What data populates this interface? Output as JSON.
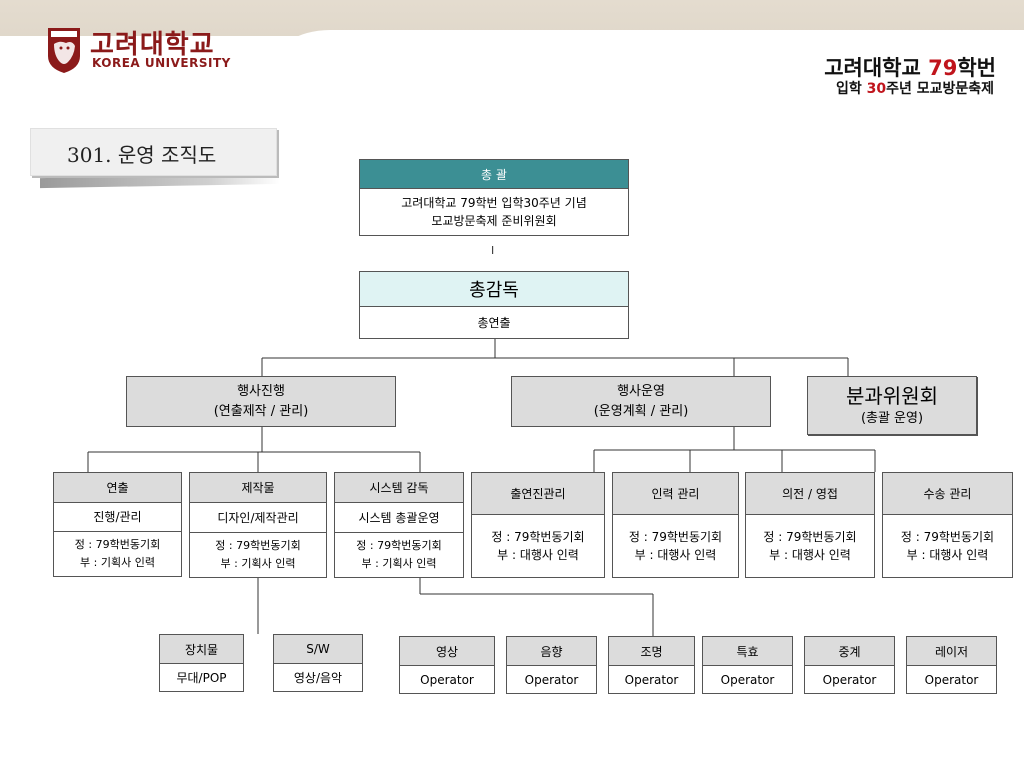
{
  "header": {
    "logo_ko": "고려대학교",
    "logo_en": "KOREA UNIVERSITY",
    "brand_line1_prefix": "고려대학교 ",
    "brand_line1_num": "79",
    "brand_line1_suffix": "학번",
    "brand_line2_prefix": "입학 ",
    "brand_line2_num": "30",
    "brand_line2_suffix": "주년 모교방문축제"
  },
  "page_title": "301. 운영 조직도",
  "colors": {
    "teal": "#3c8f94",
    "cyan": "#dff3f3",
    "gray": "#dcdcdc",
    "brand_red": "#c0141c",
    "logo_red": "#8b1a1a"
  },
  "top": {
    "header": "총 괄",
    "line1": "고려대학교 79학번 입학30주년 기념",
    "line2": "모교방문축제 준비위원회",
    "connector": "I"
  },
  "director": {
    "header": "총감독",
    "body": "총연출"
  },
  "level2": {
    "progress": {
      "title": "행사진행",
      "sub": "(연출제작 / 관리)"
    },
    "operation": {
      "title": "행사운영",
      "sub": "(운영계획 / 관리)"
    },
    "committee": {
      "title": "분과위원회",
      "sub": "(총괄 운영)"
    }
  },
  "level3": [
    {
      "header": "연출",
      "role": "진행/관리",
      "main": "정 : 79학번동기회",
      "sub": "부 : 기획사 인력"
    },
    {
      "header": "제작물",
      "role": "디자인/제작관리",
      "main": "정 : 79학번동기회",
      "sub": "부 : 기획사 인력"
    },
    {
      "header": "시스템 감독",
      "role": "시스템 총괄운영",
      "main": "정 : 79학번동기회",
      "sub": "부 : 기획사 인력"
    },
    {
      "header": "출연진관리",
      "main": "정 : 79학번동기회",
      "sub": "부 : 대행사  인력"
    },
    {
      "header": "인력 관리",
      "main": "정 : 79학번동기회",
      "sub": "부 : 대행사  인력"
    },
    {
      "header": "의전 / 영접",
      "main": "정 : 79학번동기회",
      "sub": "부 : 대행사  인력"
    },
    {
      "header": "수송 관리",
      "main": "정 : 79학번동기회",
      "sub": "부 : 대행사  인력"
    }
  ],
  "level4_production": [
    {
      "header": "장치물",
      "body": "무대/POP"
    },
    {
      "header": "S/W",
      "body": "영상/음악"
    }
  ],
  "level4_system": [
    {
      "header": "영상",
      "body": "Operator"
    },
    {
      "header": "음향",
      "body": "Operator"
    },
    {
      "header": "조명",
      "body": "Operator"
    },
    {
      "header": "특효",
      "body": "Operator"
    },
    {
      "header": "중계",
      "body": "Operator"
    },
    {
      "header": "레이저",
      "body": "Operator"
    }
  ]
}
